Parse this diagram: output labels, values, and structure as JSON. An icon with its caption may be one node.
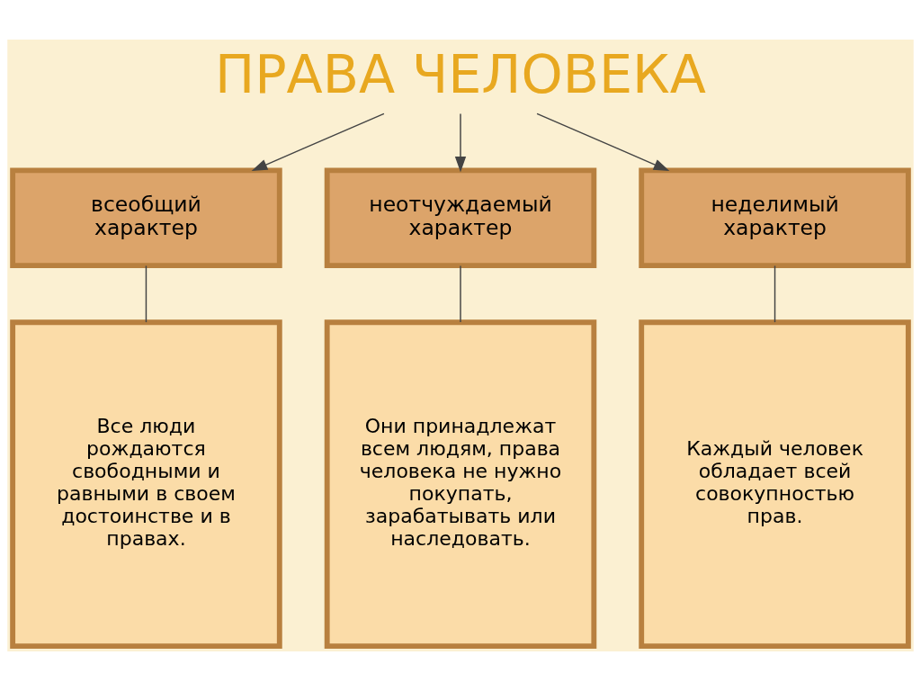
{
  "diagram": {
    "nodes": [
      {
        "text": [
          "ПРАВА ЧЕЛОВЕКА"
        ]
      },
      {
        "text": [
          "всеобщий характер"
        ]
      },
      {
        "text": [
          "неотчуждаемый характер"
        ]
      },
      {
        "text": [
          "неделимый характер"
        ]
      },
      {
        "text": [
          "Все люди рождаются свободными и равными в своем достоинстве и в правах."
        ]
      },
      {
        "text": [
          "Они принадлежат всем людям, права человека не нужно покупать, зарабатывать или наследовать."
        ]
      },
      {
        "text": [
          "Каждый человек обладает всей совокупностью прав."
        ]
      }
    ],
    "edges": [
      {
        "from": 0,
        "to": 1,
        "arrow": "to"
      },
      {
        "from": 0,
        "to": 2,
        "arrow": "to"
      },
      {
        "from": 0,
        "to": 3,
        "arrow": "to"
      },
      {
        "from": 1,
        "to": 4,
        "arrow": "none"
      },
      {
        "from": 2,
        "to": 5,
        "arrow": "none"
      },
      {
        "from": 3,
        "to": 6,
        "arrow": "none"
      }
    ]
  }
}
